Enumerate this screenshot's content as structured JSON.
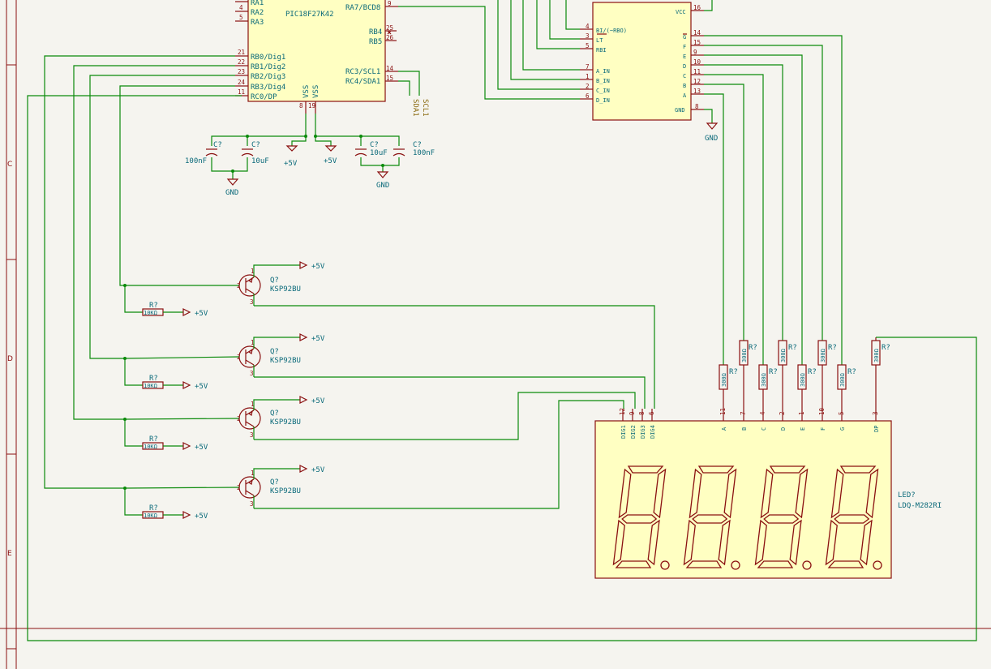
{
  "border": {
    "rows": [
      "C",
      "D",
      "E"
    ]
  },
  "mcu": {
    "name": "PIC18F27K42",
    "pins_left": [
      {
        "num": "",
        "name": "RA1"
      },
      {
        "num": "4",
        "name": "RA2"
      },
      {
        "num": "5",
        "name": "RA3"
      },
      {
        "num": "21",
        "name": "RB0/Dig1"
      },
      {
        "num": "22",
        "name": "RB1/Dig2"
      },
      {
        "num": "23",
        "name": "RB2/Dig3"
      },
      {
        "num": "24",
        "name": "RB3/Dig4"
      },
      {
        "num": "11",
        "name": "RC0/DP"
      }
    ],
    "pins_right": [
      {
        "num": "9",
        "name": "RA7/BCD8"
      },
      {
        "num": "25",
        "name": "RB4"
      },
      {
        "num": "26",
        "name": "RB5"
      },
      {
        "num": "14",
        "name": "RC3/SCL1"
      },
      {
        "num": "15",
        "name": "RC4/SDA1"
      }
    ],
    "pins_bottom": [
      {
        "num": "8",
        "name": "VSS"
      },
      {
        "num": "19",
        "name": "VSS"
      }
    ]
  },
  "decoder": {
    "pins_left": [
      {
        "num": "4",
        "name": "BI/(~RBO)"
      },
      {
        "num": "3",
        "name": "LT"
      },
      {
        "num": "5",
        "name": "RBI"
      },
      {
        "num": "7",
        "name": "A_IN"
      },
      {
        "num": "1",
        "name": "B_IN"
      },
      {
        "num": "2",
        "name": "C_IN"
      },
      {
        "num": "6",
        "name": "D_IN"
      }
    ],
    "pins_right": [
      {
        "num": "16",
        "name": "VCC"
      },
      {
        "num": "14",
        "name": "G"
      },
      {
        "num": "15",
        "name": "F"
      },
      {
        "num": "9",
        "name": "E"
      },
      {
        "num": "10",
        "name": "D"
      },
      {
        "num": "11",
        "name": "C"
      },
      {
        "num": "12",
        "name": "B"
      },
      {
        "num": "13",
        "name": "A"
      },
      {
        "num": "8",
        "name": "GND"
      }
    ]
  },
  "labels": {
    "sda": "SDA1",
    "scl": "SCL1",
    "gnd": "GND",
    "vcc": "+5V"
  },
  "caps": [
    {
      "ref": "C?",
      "value": "100nF"
    },
    {
      "ref": "C?",
      "value": "10uF"
    },
    {
      "ref": "C?",
      "value": "10uF"
    },
    {
      "ref": "C?",
      "value": "100nF"
    }
  ],
  "transistors": [
    {
      "ref": "Q?",
      "part": "KSP92BU"
    },
    {
      "ref": "Q?",
      "part": "KSP92BU"
    },
    {
      "ref": "Q?",
      "part": "KSP92BU"
    },
    {
      "ref": "Q?",
      "part": "KSP92BU"
    }
  ],
  "base_resistors": [
    {
      "ref": "R?",
      "value": "10KΩ"
    },
    {
      "ref": "R?",
      "value": "10KΩ"
    },
    {
      "ref": "R?",
      "value": "10KΩ"
    },
    {
      "ref": "R?",
      "value": "10KΩ"
    }
  ],
  "seg_resistors": [
    {
      "ref": "R?",
      "value": "300Ω"
    },
    {
      "ref": "R?",
      "value": "300Ω"
    },
    {
      "ref": "R?",
      "value": "300Ω"
    },
    {
      "ref": "R?",
      "value": "300Ω"
    },
    {
      "ref": "R?",
      "value": "300Ω"
    },
    {
      "ref": "R?",
      "value": "300Ω"
    },
    {
      "ref": "R?",
      "value": "300Ω"
    },
    {
      "ref": "R?",
      "value": "300Ω"
    }
  ],
  "display": {
    "ref": "LED?",
    "part": "LDQ-M282RI",
    "digit_pins": [
      {
        "num": "12",
        "name": "DIG1"
      },
      {
        "num": "9",
        "name": "DIG2"
      },
      {
        "num": "8",
        "name": "DIG3"
      },
      {
        "num": "6",
        "name": "DIG4"
      }
    ],
    "seg_pins": [
      {
        "num": "11",
        "name": "A"
      },
      {
        "num": "7",
        "name": "B"
      },
      {
        "num": "4",
        "name": "C"
      },
      {
        "num": "2",
        "name": "D"
      },
      {
        "num": "1",
        "name": "E"
      },
      {
        "num": "10",
        "name": "F"
      },
      {
        "num": "5",
        "name": "G"
      },
      {
        "num": "3",
        "name": "DP"
      }
    ]
  },
  "colors": {
    "wire": "#0b8a0b",
    "component": "#8a1010",
    "body": "#ffffc2",
    "text": "#0b6a7a",
    "label": "#8a6a10",
    "background": "#f5f4ef"
  }
}
